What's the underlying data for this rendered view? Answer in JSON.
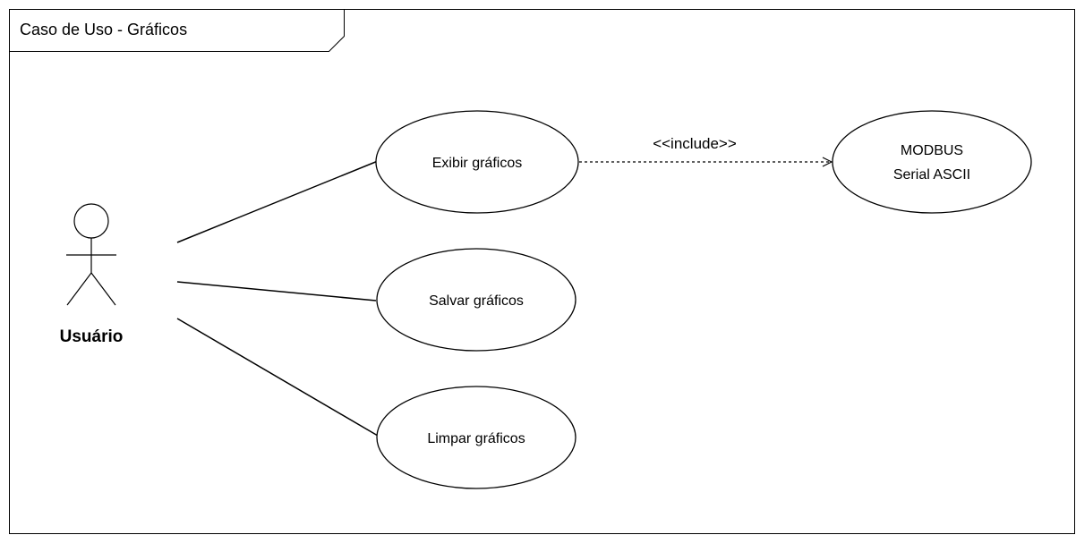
{
  "frame": {
    "title": "Caso de Uso - Gráficos"
  },
  "actor": {
    "name": "Usuário"
  },
  "use_cases": [
    {
      "lines": [
        "Exibir gráficos"
      ]
    },
    {
      "lines": [
        "Salvar gráficos"
      ]
    },
    {
      "lines": [
        "Limpar gráficos"
      ]
    },
    {
      "lines": [
        "MODBUS",
        "Serial ASCII"
      ]
    }
  ],
  "relations": {
    "include_label": "<<include>>"
  },
  "colors": {
    "stroke": "#000000",
    "background": "#ffffff"
  }
}
